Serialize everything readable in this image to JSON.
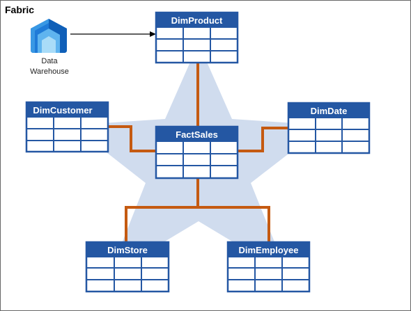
{
  "platform_label": "Fabric",
  "warehouse": {
    "icon": "data-warehouse-icon",
    "caption_line1": "Data",
    "caption_line2": "Warehouse"
  },
  "tables": {
    "dim_product": "DimProduct",
    "dim_customer": "DimCustomer",
    "dim_date": "DimDate",
    "fact_sales": "FactSales",
    "dim_store": "DimStore",
    "dim_employee": "DimEmployee"
  },
  "colors": {
    "table_header": "#2457a3",
    "table_border": "#2457a3",
    "connector": "#c55a11",
    "star": "#d0dcee",
    "icon_blue": "#1f7bd8"
  }
}
